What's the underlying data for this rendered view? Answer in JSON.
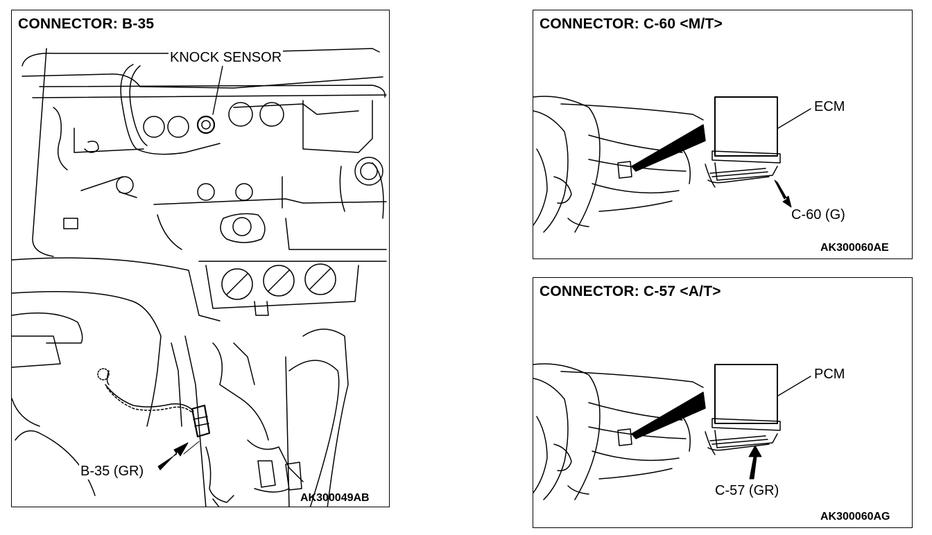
{
  "panels": {
    "left": {
      "title": "CONNECTOR: B-35",
      "knock_label": "KNOCK SENSOR",
      "connector_label": "B-35 (GR)",
      "figure_code": "AK300049AB"
    },
    "top_right": {
      "title": "CONNECTOR: C-60 <M/T>",
      "module_label": "ECM",
      "connector_label": "C-60 (G)",
      "figure_code": "AK300060AE"
    },
    "bottom_right": {
      "title": "CONNECTOR: C-57 <A/T>",
      "module_label": "PCM",
      "connector_label": "C-57 (GR)",
      "figure_code": "AK300060AG"
    }
  }
}
